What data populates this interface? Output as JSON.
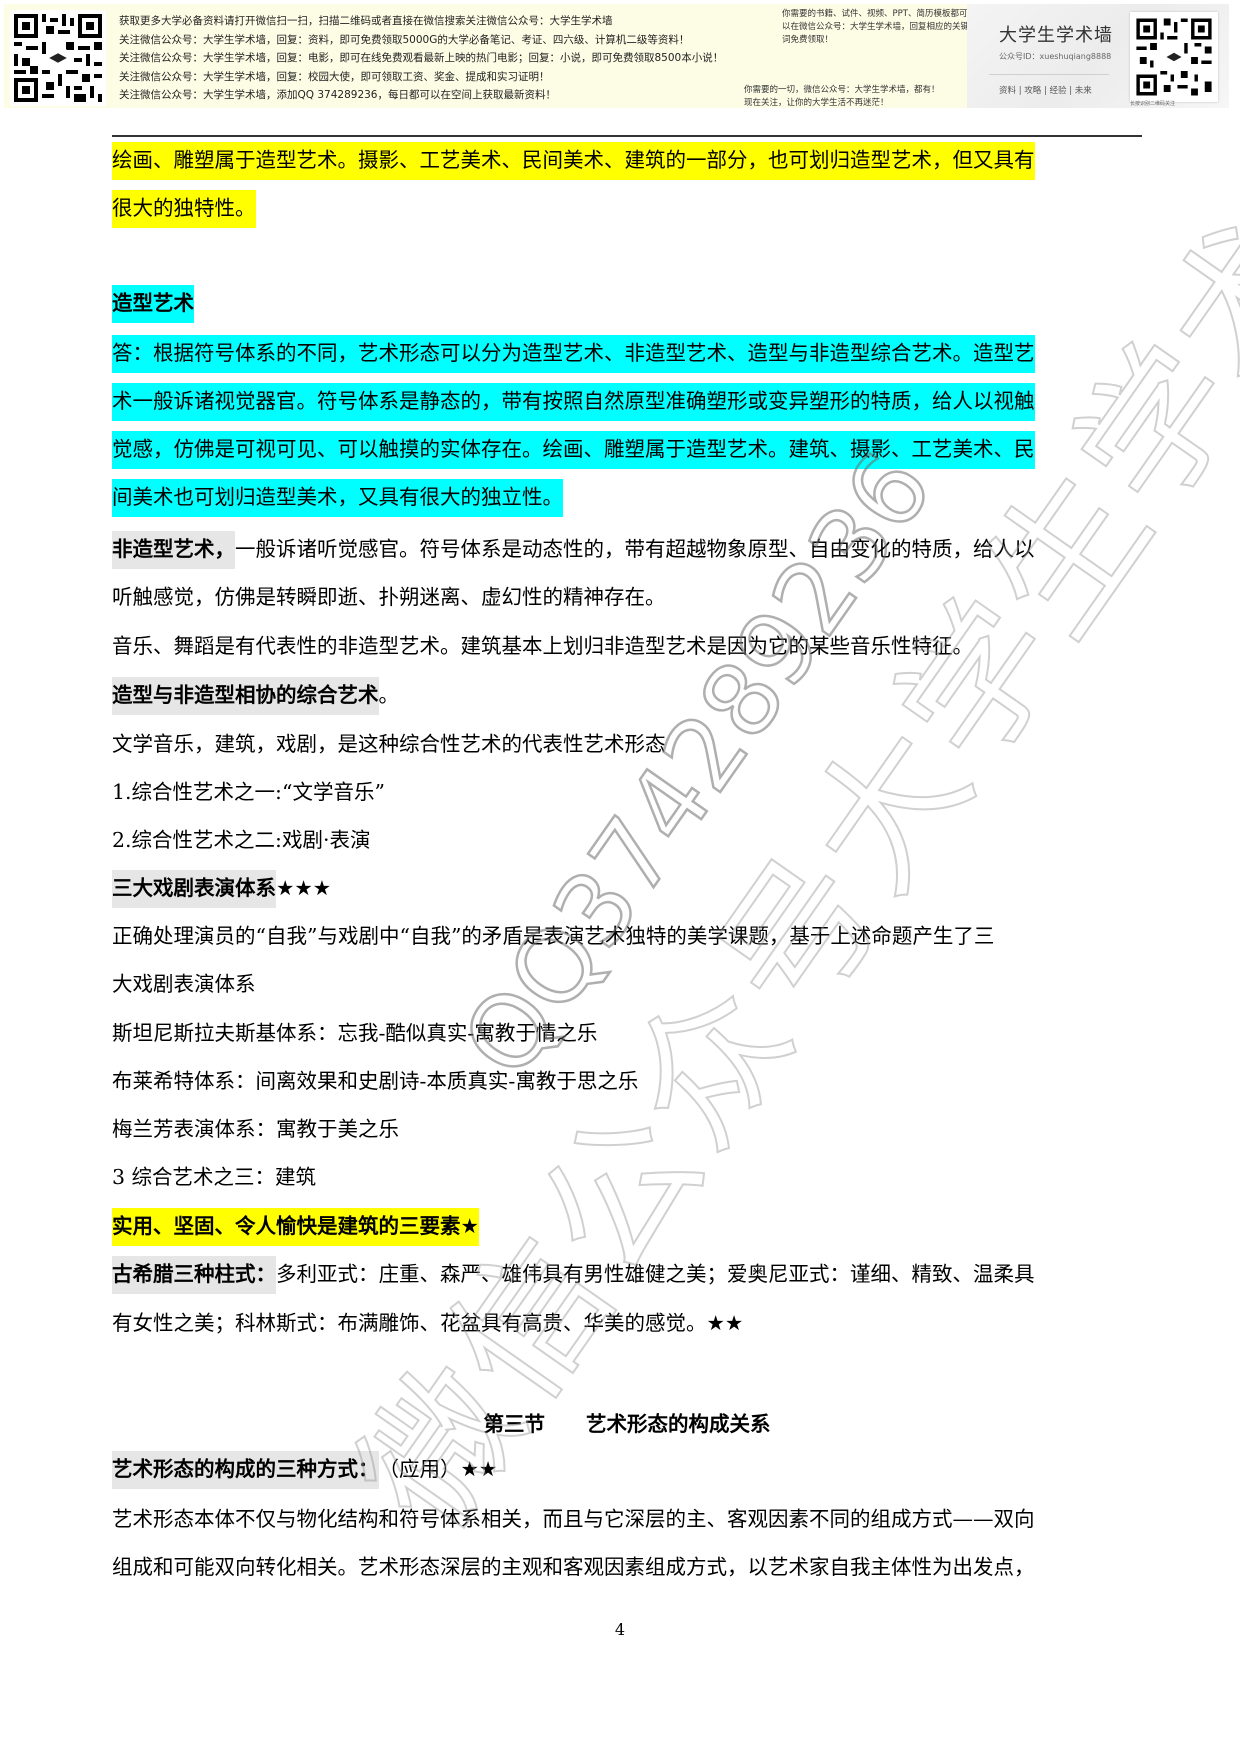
{
  "banner": {
    "lines": [
      "获取更多大学必备资料请打开微信扫一扫，扫描二维码或者直接在微信搜索关注微信公众号：大学生学术墙",
      "关注微信公众号：大学生学术墙，回复：资料，即可免费领取5000G的大学必备笔记、考证、四六级、计算机二级等资料！",
      "关注微信公众号：大学生学术墙，回复：电影，即可在线免费观看最新上映的热门电影；回复：小说，即可免费领取8500本小说！",
      "关注微信公众号：大学生学术墙，回复：校园大使，即可领取工资、奖金、提成和实习证明！",
      "关注微信公众号：大学生学术墙，添加QQ 374289236，每日都可以在空间上获取最新资料！"
    ],
    "note_top": "你需要的书籍、试件、视频、PPT、简历模板都可以在微信公众号：大学生学术墙，回复相应的关键词免费领取！",
    "note_bottom": [
      "你需要的一切，微信公众号：大学生学术墙，都有！",
      "现在关注，让你的大学生活不再迷茫！"
    ],
    "card": {
      "title": "大学生学术墙",
      "account_id": "公众号ID：xueshuqiang8888",
      "links": "资料 | 攻略 | 经验 | 未来",
      "caption": "长按识别二维码关注"
    }
  },
  "document": {
    "intro": {
      "line1": "绘画、雕塑属于造型艺术。摄影、工艺美术、民间美术、建筑的一部分，也可划归造型艺术，但又具有",
      "line2": "很大的独特性。"
    },
    "plastic_arts": {
      "heading": "造型艺术",
      "answer_lines": [
        "答：根据符号体系的不同，艺术形态可以分为造型艺术、非造型艺术、造型与非造型综合艺术。造型艺",
        "术一般诉诸视觉器官。符号体系是静态的，带有按照自然原型准确塑形或变异塑形的特质，给人以视触",
        "觉感，仿佛是可视可见、可以触摸的实体存在。绘画、雕塑属于造型艺术。建筑、摄影、工艺美术、民",
        "间美术也可划归造型美术，又具有很大的独立性。"
      ]
    },
    "non_plastic": {
      "term": "非造型艺术，",
      "line1_rest": "一般诉诸听觉感官。符号体系是动态性的，带有超越物象原型、自由变化的特质，给人以",
      "line2": "听触感觉，仿佛是转瞬即逝、扑朔迷离、虚幻性的精神存在。",
      "line3": "音乐、舞蹈是有代表性的非造型艺术。建筑基本上划归非造型艺术是因为它的某些音乐性特征。"
    },
    "synthetic": {
      "term": "造型与非造型相协的综合艺术",
      "term_tail": "。",
      "line1": "文学音乐，建筑，戏剧，是这种综合性艺术的代表性艺术形态",
      "item1": "1.综合性艺术之一:“文学音乐”",
      "item2": "2.综合性艺术之二:戏剧·表演"
    },
    "drama_systems": {
      "heading": "三大戏剧表演体系",
      "stars": "★★★",
      "line1": "正确处理演员的“自我”与戏剧中“自我”的矛盾是表演艺术独特的美学课题，基于上述命题产生了三",
      "line2": "大戏剧表演体系",
      "stanislavski": "斯坦尼斯拉夫斯基体系：忘我-酷似真实-寓教于情之乐",
      "brecht": "布莱希特体系：间离效果和史剧诗-本质真实-寓教于思之乐",
      "mei_lanfang": "梅兰芳表演体系：寓教于美之乐"
    },
    "architecture": {
      "item3": "3 综合艺术之三：建筑",
      "three_elements": "实用、坚固、令人愉快是建筑的三要素★",
      "orders_term": "古希腊三种柱式：",
      "orders_line1_rest": "多利亚式：庄重、森严、雄伟具有男性雄健之美；爱奥尼亚式：谨细、精致、温柔具",
      "orders_line2": "有女性之美；科林斯式：布满雕饰、花盆具有高贵、华美的感觉。",
      "orders_stars": "★★"
    },
    "section3": {
      "title": "第三节　　艺术形态的构成关系",
      "methods_term": "艺术形态的构成的三种方式：",
      "methods_tail": "（应用）",
      "methods_stars": "★★",
      "line1": "艺术形态本体不仅与物化结构和符号体系相关，而且与它深层的主、客观因素不同的组成方式——双向",
      "line2": "组成和可能双向转化相关。艺术形态深层的主观和客观因素组成方式，以艺术家自我主体性为出发点，"
    },
    "page_number": "4"
  },
  "watermark": {
    "text_large": "微信公众号大学生学术墙",
    "text_qq": "QQ374289236"
  },
  "colors": {
    "highlight_yellow": "#ffff00",
    "highlight_cyan": "#00ffff",
    "highlight_gray": "#e6e6e6",
    "banner_bg": "#fdfde6"
  }
}
